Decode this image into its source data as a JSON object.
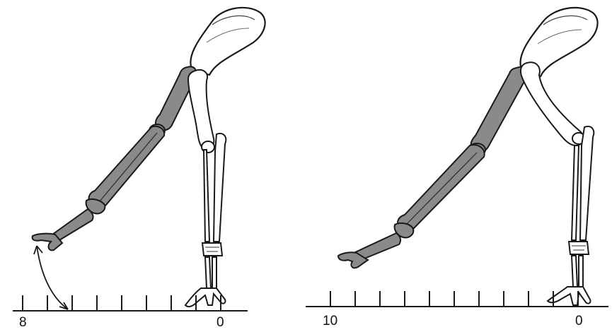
{
  "panels": [
    {
      "id": "left",
      "scale": {
        "start_label": "8",
        "end_label": "0"
      },
      "has_arc_arrow": true
    },
    {
      "id": "right",
      "scale": {
        "start_label": "10",
        "end_label": "0"
      },
      "has_arc_arrow": false
    }
  ],
  "colors": {
    "ink": "#1a1a1a",
    "bone_light": "#ffffff",
    "bone_shaded": "#8a8a8a",
    "bone_dark": "#5e5e5e",
    "paper": "#ffffff"
  }
}
